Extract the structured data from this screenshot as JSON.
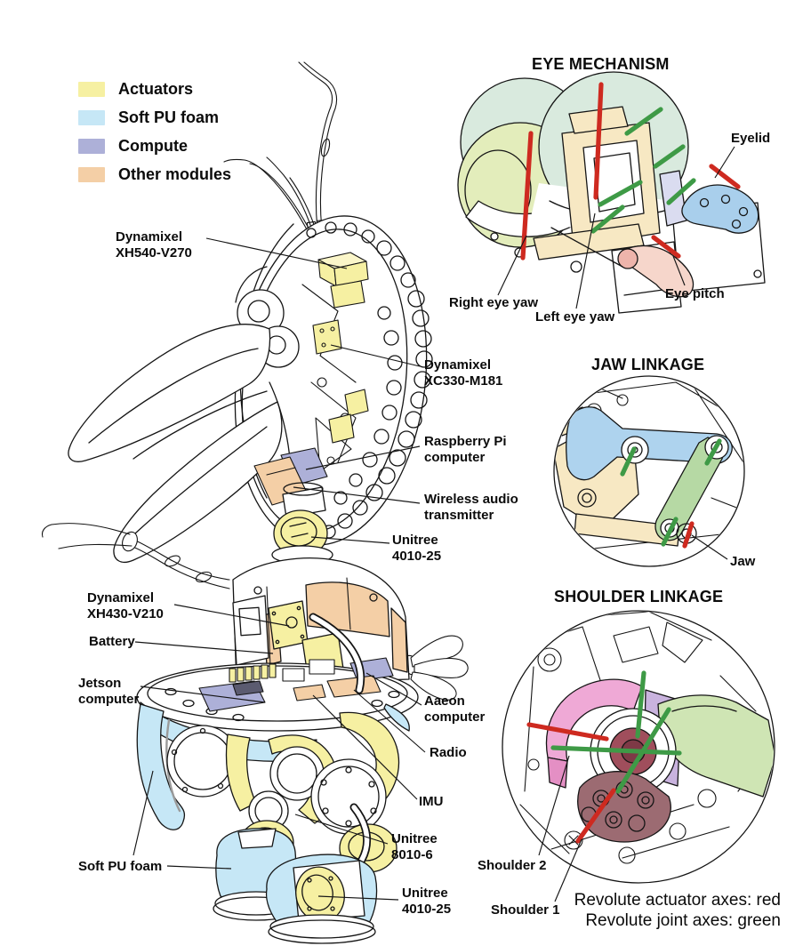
{
  "legend": {
    "items": [
      {
        "label": "Actuators",
        "color": "#f6f0a2"
      },
      {
        "label": "Soft PU foam",
        "color": "#c6e7f6"
      },
      {
        "label": "Compute",
        "color": "#adb0d8"
      },
      {
        "label": "Other modules",
        "color": "#f4cfa6"
      }
    ]
  },
  "main_figure": {
    "labels": {
      "xh540": {
        "l1": "Dynamixel",
        "l2": "XH540-V270"
      },
      "xc330": {
        "l1": "Dynamixel",
        "l2": "XC330-M181"
      },
      "raspberry_pi": {
        "l1": "Raspberry Pi",
        "l2": "computer"
      },
      "wireless_audio": {
        "l1": "Wireless audio",
        "l2": "transmitter"
      },
      "unitree_neck": {
        "l1": "Unitree",
        "l2": "4010-25"
      },
      "xh430": {
        "l1": "Dynamixel",
        "l2": "XH430-V210"
      },
      "battery": "Battery",
      "jetson": {
        "l1": "Jetson",
        "l2": "computer"
      },
      "aaeon": {
        "l1": "Aaeon",
        "l2": "computer"
      },
      "radio": "Radio",
      "imu": "IMU",
      "unitree_knee": {
        "l1": "Unitree",
        "l2": "8010-6"
      },
      "soft_pu_foam": "Soft PU foam",
      "unitree_foot": {
        "l1": "Unitree",
        "l2": "4010-25"
      }
    }
  },
  "eye_mechanism": {
    "title": "EYE MECHANISM",
    "labels": {
      "eyelid": "Eyelid",
      "right_eye_yaw": "Right eye yaw",
      "left_eye_yaw": "Left eye yaw",
      "eye_pitch": "Eye pitch"
    }
  },
  "jaw_linkage": {
    "title": "JAW LINKAGE",
    "labels": {
      "jaw": "Jaw"
    }
  },
  "shoulder_linkage": {
    "title": "SHOULDER LINKAGE",
    "labels": {
      "shoulder_2": "Shoulder 2",
      "shoulder_1": "Shoulder 1"
    }
  },
  "caption": {
    "line1": "Revolute actuator axes: red",
    "line2": "Revolute joint axes: green"
  },
  "colors": {
    "ink": "#151515",
    "actuators": "#f6f0a2",
    "soft_pu_foam": "#c6e7f6",
    "compute": "#adb0d8",
    "other_modules": "#f4cfa6",
    "axis_red": "#ce2a20",
    "axis_green": "#3e9a46",
    "eye_housing_mint": "#d9eade",
    "eyeball_green": "#e3edbb",
    "chassis_cream": "#f7e8c3",
    "eyelid_blue": "#a9cfec",
    "eye_pitch_pink": "#f6d6cb",
    "link_lavender": "#dadcf0",
    "jaw_link_blue": "#aed3ee",
    "jaw_link_green": "#b6d9a4",
    "shoulder_pink": "#efa9d6",
    "shoulder_purple": "#c9b3de",
    "arm_green": "#cfe5b4",
    "shoulder_motor_maroon": "#9c6b72"
  }
}
